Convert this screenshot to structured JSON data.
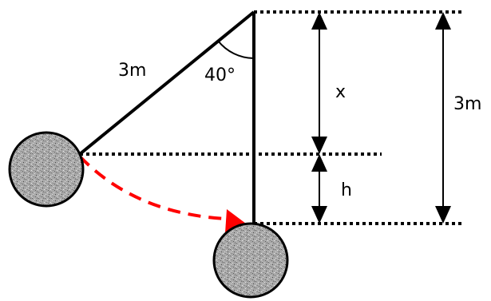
{
  "labels": {
    "rope_length": "3m",
    "angle": "40°",
    "x": "x",
    "h": "h",
    "total_height": "3m"
  },
  "colors": {
    "line": "#000000",
    "swing_path": "#ff0000",
    "bob_fill": "#a8a8a8",
    "bob_outline": "#000000"
  }
}
